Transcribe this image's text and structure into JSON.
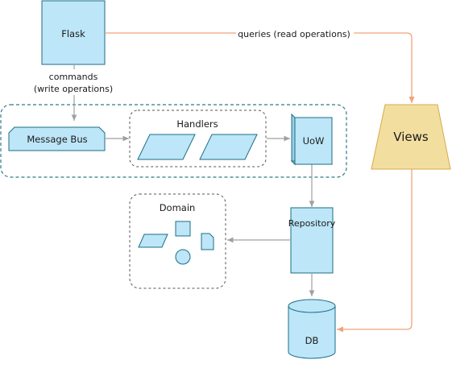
{
  "nodes": {
    "flask": "Flask",
    "message_bus": "Message Bus",
    "handlers": "Handlers",
    "uow": "UoW",
    "views": "Views",
    "domain": "Domain",
    "repository": "Repository",
    "db": "DB"
  },
  "edges": {
    "commands_line1": "commands",
    "commands_line2": "(write operations)",
    "queries": "queries (read operations)"
  },
  "colors": {
    "blue_fill": "#bde6f8",
    "blue_stroke": "#1c6e86",
    "views_fill": "#f2dfa0",
    "views_stroke": "#d8a84a",
    "orange_arrow": "#f0a37a",
    "gray_arrow": "#a0a0a0",
    "teal_dashed": "#2e7a88",
    "gray_dashed": "#555555"
  }
}
